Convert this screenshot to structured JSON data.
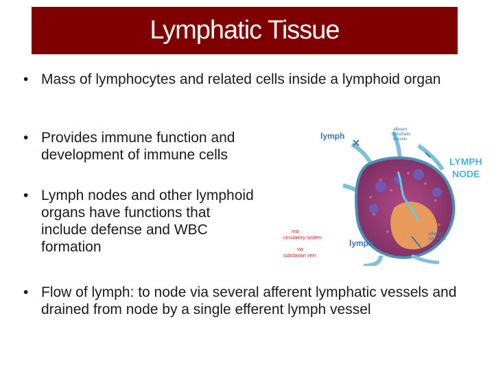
{
  "slide": {
    "title": "Lymphatic Tissue",
    "bullets": [
      "Mass of lymphocytes and related cells inside a lymphoid organ",
      "Provides immune function and development of immune cells",
      "Lymph nodes and other lymphoid organs have functions that include defense and WBC formation",
      "Flow of lymph: to node via several afferent lymphatic vessels and drained from node by a single efferent lymph vessel"
    ],
    "bullet_marker": "•"
  },
  "diagram": {
    "heading_line1": "LYMPH",
    "heading_line2": "NODE",
    "label_lymph_top": "lymph",
    "label_lymph_bottom": "lymph",
    "afferent_line1": "afferent",
    "afferent_line2": "lymphatic",
    "afferent_line3": "vessels",
    "efferent_line1": "efferent",
    "efferent_line2": "lymphatic",
    "efferent_line3": "vessel",
    "into_line1": "into",
    "into_line2": "circulatory system",
    "into_line3": "via",
    "into_line4": "subclavian vein",
    "colors": {
      "title_bar": "#7f0000",
      "heading": "#4fb3d9",
      "label_blue": "#3a74b5",
      "label_red": "#c0201f",
      "node_body": "#9b3c74",
      "node_core": "#e79a5a",
      "vessel": "#5aa6c9"
    }
  }
}
